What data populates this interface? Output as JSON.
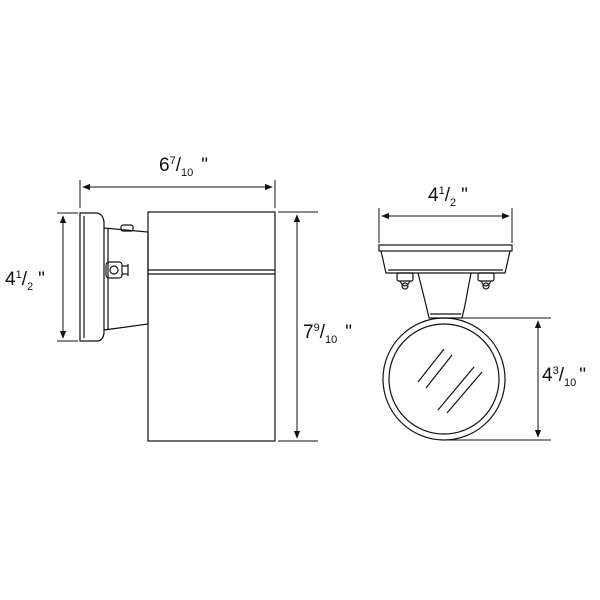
{
  "colors": {
    "line": "#111111",
    "background": "#ffffff"
  },
  "dimensions": {
    "side_width": {
      "whole": "6",
      "num": "7",
      "slash": "/",
      "den": "10",
      "unit": "\""
    },
    "side_height": {
      "whole": "4",
      "num": "1",
      "slash": "/",
      "den": "2",
      "unit": "\""
    },
    "body_height": {
      "whole": "7",
      "num": "9",
      "slash": "/",
      "den": "10",
      "unit": "\""
    },
    "front_width": {
      "whole": "4",
      "num": "1",
      "slash": "/",
      "den": "2",
      "unit": "\""
    },
    "lens_diameter": {
      "whole": "4",
      "num": "3",
      "slash": "/",
      "den": "10",
      "unit": "\""
    }
  }
}
